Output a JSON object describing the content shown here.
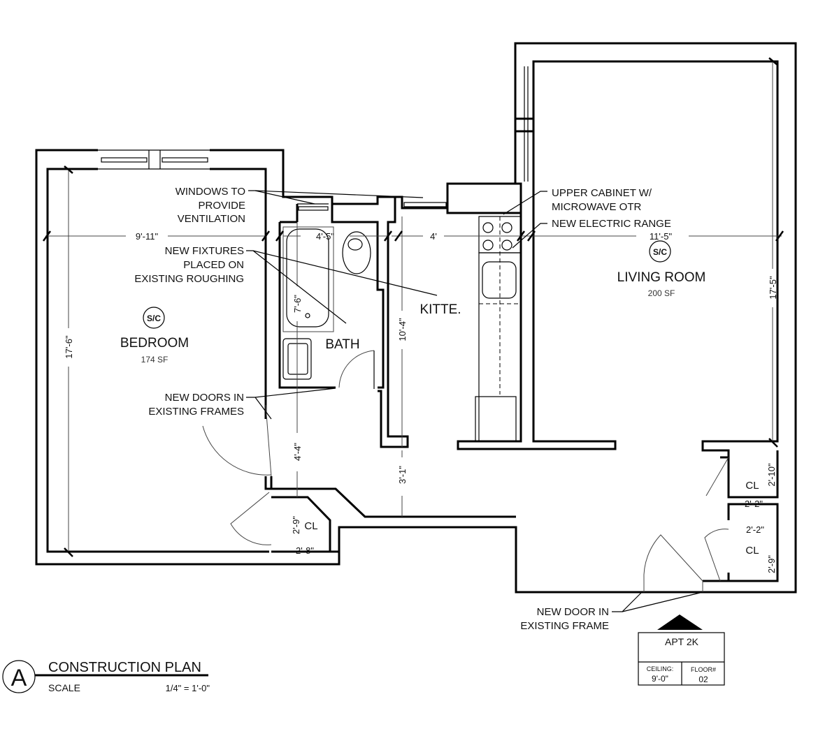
{
  "rooms": {
    "bedroom": {
      "name": "BEDROOM",
      "area": "174 SF",
      "badge": "S/C"
    },
    "living": {
      "name": "LIVING ROOM",
      "area": "200 SF",
      "badge": "S/C"
    },
    "bath": {
      "name": "BATH"
    },
    "kitchen": {
      "name": "KITTE."
    },
    "closet1": {
      "name": "CL"
    },
    "closet2": {
      "name": "CL"
    },
    "closet3": {
      "name": "CL"
    }
  },
  "notes": {
    "windows": [
      "WINDOWS TO",
      "PROVIDE",
      "VENTILATION"
    ],
    "fixtures": [
      "NEW FIXTURES",
      "PLACED ON",
      "EXISTING ROUGHING"
    ],
    "doors": [
      "NEW DOORS IN",
      "EXISTING FRAMES"
    ],
    "cabinet": [
      "UPPER CABINET W/",
      "MICROWAVE OTR"
    ],
    "range": "NEW ELECTRIC RANGE",
    "entry_door": [
      "NEW DOOR IN",
      "EXISTING FRAME"
    ]
  },
  "dimensions": {
    "bedroom_width": "9'-11\"",
    "bedroom_height": "17'-6\"",
    "bath_width": "4'-5\"",
    "bath_height": "7'-6\"",
    "kitchen_width": "4'",
    "kitchen_height": "10'-4\"",
    "living_width": "11'-5\"",
    "living_height": "17'-5\"",
    "hall_width": "4'-4\"",
    "hall_gap": "3'-1\"",
    "closet1_height": "2'-9\"",
    "closet1_width": "2'-8\"",
    "closet2_height": "2'-10\"",
    "closet2_width": "2'-2\"",
    "closet3_width": "2'-2\"",
    "closet3_height": "2'-9\""
  },
  "title_block": {
    "marker": "A",
    "title": "CONSTRUCTION PLAN",
    "scale_label": "SCALE",
    "scale_value": "1/4\" = 1'-0\""
  },
  "apartment_box": {
    "apt": "APT 2K",
    "ceiling_label": "CEILING:",
    "ceiling_value": "9'-0\"",
    "floor_label": "FLOOR#",
    "floor_value": "02"
  }
}
